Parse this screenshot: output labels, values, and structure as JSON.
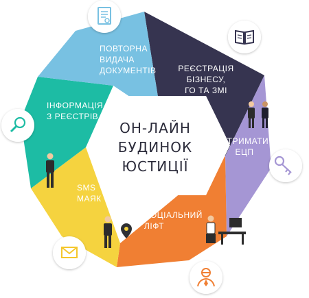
{
  "center": {
    "line1": "ОН-ЛАЙН",
    "line2": "БУДИНОК",
    "line3": "ЮСТИЦІЇ"
  },
  "segments": [
    {
      "id": "registration",
      "lines": [
        "РЕЄСТРАЦІЯ",
        "БІЗНЕСУ,",
        "ГО ТА ЗМІ"
      ],
      "color": "#363450",
      "icon": "book-icon"
    },
    {
      "id": "ecp",
      "lines": [
        "ОТРИМАТИ",
        "ЕЦП"
      ],
      "color": "#a596d4",
      "icon": "key-icon"
    },
    {
      "id": "social",
      "lines": [
        "СОЦІАЛЬНИЙ",
        "ЛІФТ"
      ],
      "color": "#f07f33",
      "icon": "lawyer-icon"
    },
    {
      "id": "sms",
      "lines": [
        "SMS",
        "МАЯК"
      ],
      "color": "#f5d33f",
      "icon": "mail-icon"
    },
    {
      "id": "info",
      "lines": [
        "ІНФОРМАЦІЯ",
        "З РЕЄСТРІВ"
      ],
      "color": "#1dbca4",
      "icon": "search-icon"
    },
    {
      "id": "docs",
      "lines": [
        "ПОВТОРНА",
        "ВИДАЧА",
        "ДОКУМЕНТІВ"
      ],
      "color": "#78c1e2",
      "icon": "document-icon"
    }
  ],
  "colors": {
    "text_light": "#ffffff",
    "icon_bg": "#ffffff",
    "center_fill": "#ffffff"
  }
}
